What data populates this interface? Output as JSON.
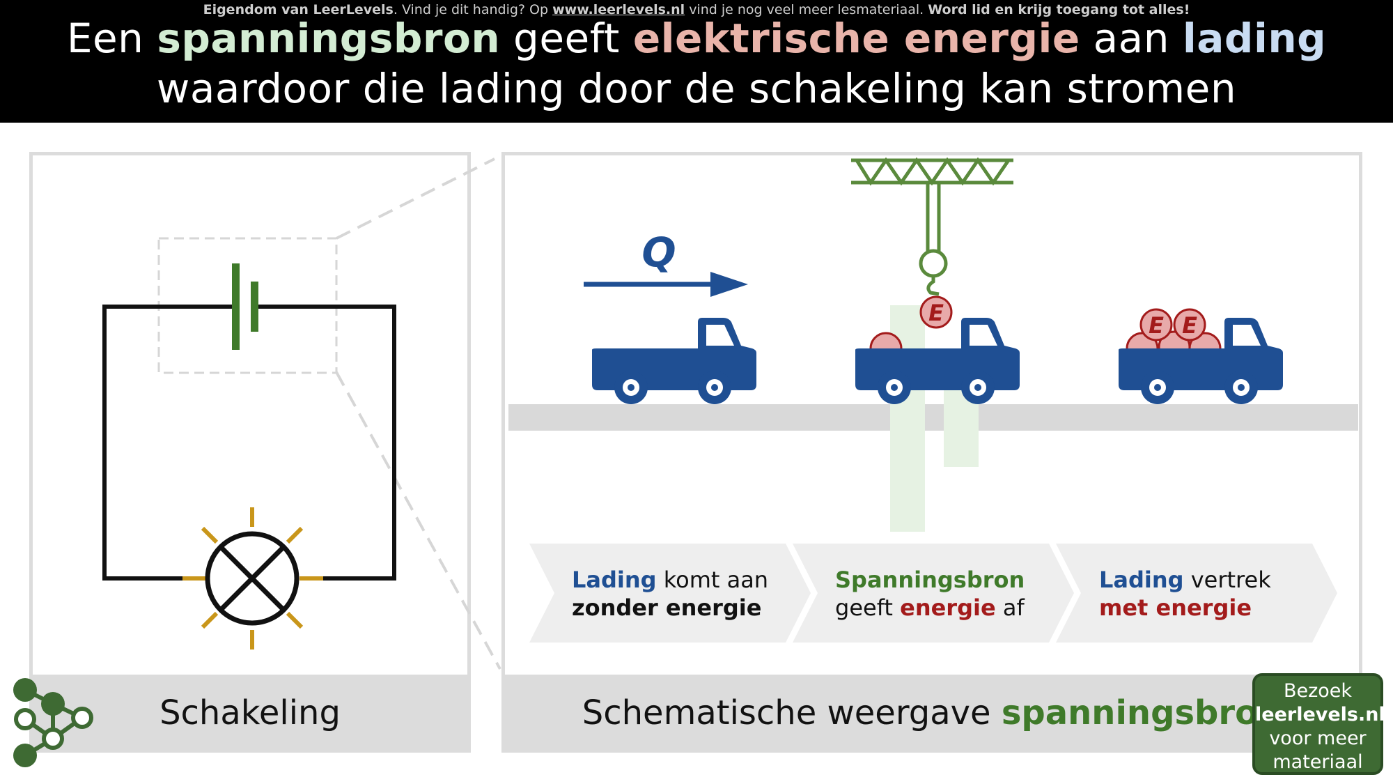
{
  "header": {
    "copyright": {
      "owner": "Eigendom van LeerLevels",
      "middle": ". Vind je dit handig? Op ",
      "url": "www.leerlevels.nl",
      "after": " vind je nog veel meer lesmateriaal. ",
      "cta": "Word lid en krijg toegang tot alles!"
    },
    "title": {
      "w1": "Een ",
      "w2": "spanningsbron",
      "w3": " geeft ",
      "w4": "elektrische energie",
      "w5": " aan ",
      "w6": "lading",
      "line2": "waardoor die lading door de schakeling kan stromen"
    }
  },
  "left_panel": {
    "caption": "Schakeling"
  },
  "right_panel": {
    "caption_plain": "Schematische weergave ",
    "caption_highlight": "spanningsbron",
    "charge_symbol": "Q",
    "energy_symbol": "E",
    "steps": [
      {
        "highlight": "Lading",
        "rest": " komt aan",
        "line2": "zonder energie"
      },
      {
        "highlight": "Spanningsbron",
        "line2_a": "geeft ",
        "line2_b": "energie",
        "line2_c": " af"
      },
      {
        "highlight": "Lading",
        "rest": " vertrek",
        "line2": "met energie"
      }
    ]
  },
  "visit_badge": {
    "l1": "Bezoek",
    "l2": "leerlevels.nl",
    "l3": "voor meer",
    "l4": "materiaal"
  },
  "colors": {
    "green": "#3f7a2a",
    "blue": "#1f4f93",
    "red": "#a31b1b",
    "gold": "#c9961a"
  }
}
